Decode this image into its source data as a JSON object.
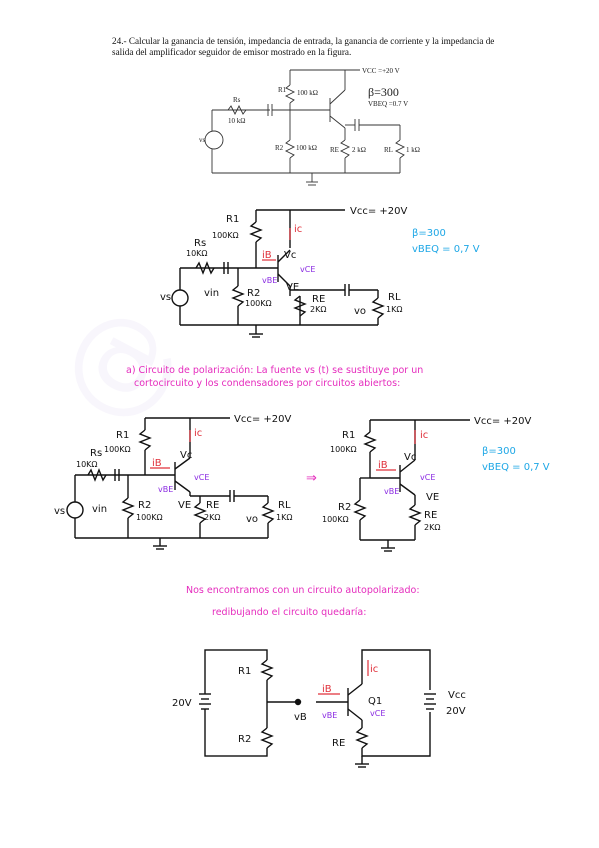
{
  "problem": {
    "text": "24.- Calcular la ganancia de tensión, impedancia de entrada, la ganancia de corriente y la impedancia de salida del amplificador seguidor de emisor mostrado en la figura."
  },
  "fig1": {
    "vcc": "VCC =+20 V",
    "r1": "R1",
    "r1v": "100 kΩ",
    "rs": "Rs",
    "rsv": "10 kΩ",
    "r2": "R2",
    "r2v": "100 kΩ",
    "re": "RE",
    "rev": "2 kΩ",
    "rl": "RL",
    "rlv": "1 kΩ",
    "vs": "vs",
    "beta": "β=300",
    "vbeq": "VBEQ =0.7 V"
  },
  "fig2": {
    "vcc": "Vcc= +20V",
    "r1": "R1",
    "r1v": "100KΩ",
    "rs": "Rs",
    "rsv": "10KΩ",
    "r2": "R2",
    "r2v": "100KΩ",
    "re": "RE",
    "rev": "2KΩ",
    "rl": "RL",
    "rlv": "1KΩ",
    "vs": "vs",
    "vin": "vin",
    "vo": "vo",
    "vc": "Vc",
    "ve": "VE",
    "ic": "ic",
    "ib": "iB",
    "vbe": "vBE",
    "vce": "vCE",
    "beta": "β=300",
    "vbeq": "vBEQ = 0,7 V"
  },
  "section_a": {
    "line1": "a) Circuito de polarización: La fuente vs (t) se sustituye por un",
    "line2": "cortocircuito y los condensadores por circuitos abiertos:"
  },
  "fig3": {
    "vcc": "Vcc= +20V",
    "r1": "R1",
    "r1v": "100KΩ",
    "rs": "Rs",
    "rsv": "10KΩ",
    "r2": "R2",
    "r2v": "100KΩ",
    "re": "RE",
    "rev": "2KΩ",
    "rl": "RL",
    "rlv": "1KΩ",
    "vs": "vs",
    "vin": "vin",
    "vo": "vo",
    "vc": "Vc",
    "ve": "VE",
    "ic": "ic",
    "ib": "iB",
    "vbe": "vBE",
    "vce": "vCE",
    "arrow": "⇒"
  },
  "fig4": {
    "vcc": "Vcc= +20V",
    "r1": "R1",
    "r1v": "100KΩ",
    "r2": "R2",
    "r2v": "100KΩ",
    "re": "RE",
    "rev": "2KΩ",
    "vc": "Vc",
    "ve": "VE",
    "ic": "ic",
    "ib": "iB",
    "vbe": "vBE",
    "vce": "vCE",
    "beta": "β=300",
    "vbeq": "vBEQ = 0,7 V"
  },
  "note": {
    "line1": "Nos encontramos con un circuito autopolarizado:",
    "line2": "redibujando el circuito quedaría:"
  },
  "fig5": {
    "r1": "R1",
    "r2": "R2",
    "re": "RE",
    "v20": "20V",
    "vb": "vB",
    "q": "Q1",
    "ib": "iB",
    "ic": "ic",
    "vbe": "vBE",
    "vce": "vCE",
    "vcc": "Vcc",
    "vccv": "20V"
  },
  "colors": {
    "pink": "#e52bbd",
    "cyan": "#1ea7e6",
    "red": "#e0303a",
    "purple": "#8a2be2"
  }
}
